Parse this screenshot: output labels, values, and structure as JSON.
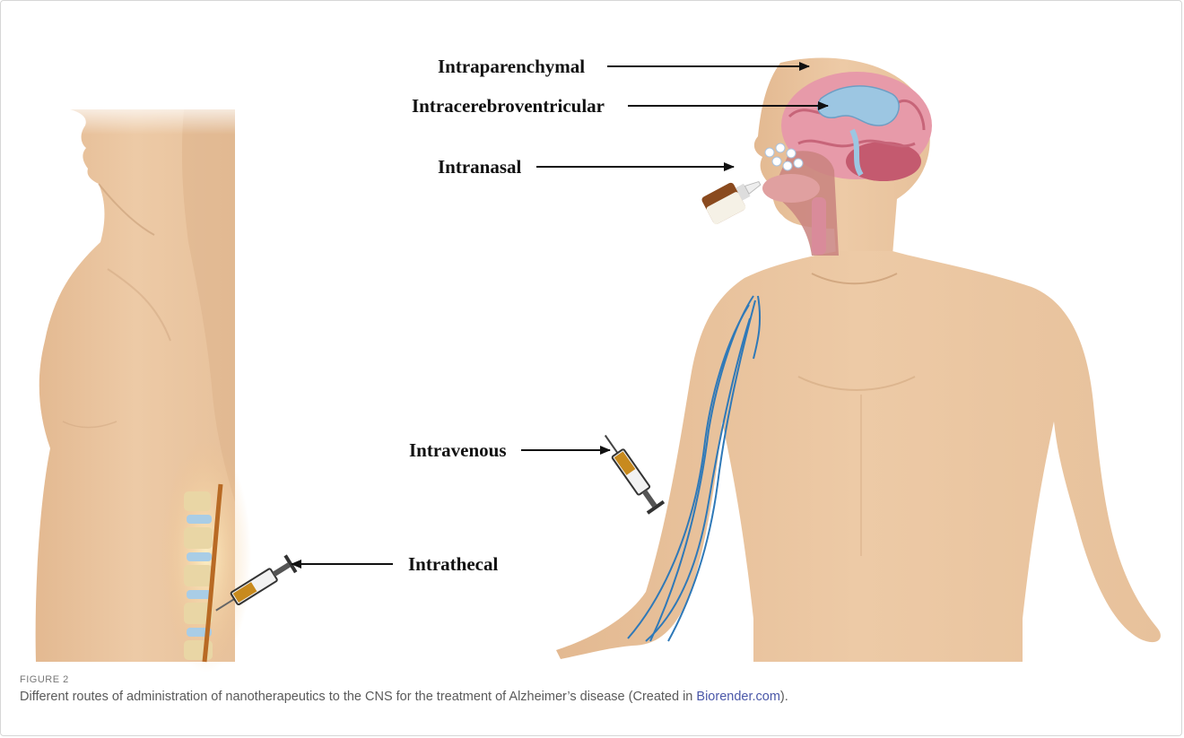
{
  "labels": {
    "intraparenchymal": "Intraparenchymal",
    "intracerebroventricular": "Intracerebroventricular",
    "intranasal": "Intranasal",
    "intravenous": "Intravenous",
    "intrathecal": "Intrathecal"
  },
  "caption": {
    "label": "FIGURE 2",
    "text_before": "Different routes of administration of nanotherapeutics to the CNS for the treatment of Alzheimer’s disease (Created in ",
    "link": "Biorender.com",
    "text_after": ")."
  },
  "colors": {
    "skin": "#ecc8a4",
    "skin_shadow": "#d9b08a",
    "brain": "#e59aa8",
    "ventricle": "#9cc6e2",
    "vein": "#2f79b8",
    "link": "#4a57a8"
  }
}
